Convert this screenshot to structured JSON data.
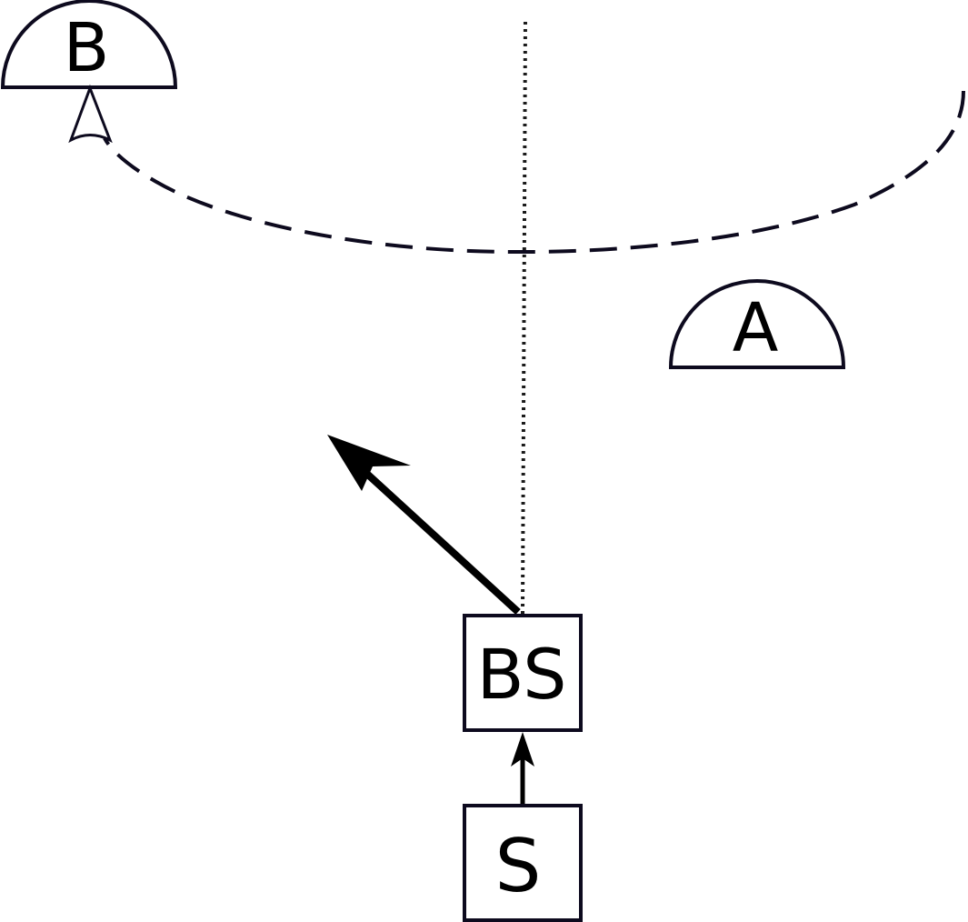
{
  "diagram": {
    "nodes": {
      "b": {
        "label": "B",
        "shape": "semicircle"
      },
      "a": {
        "label": "A",
        "shape": "semicircle"
      },
      "bs": {
        "label": "BS",
        "shape": "box"
      },
      "s": {
        "label": "S",
        "shape": "box"
      }
    },
    "edges": [
      {
        "from": "S",
        "to": "BS",
        "style": "solid-arrow"
      },
      {
        "from": "BS",
        "to": "upper-left",
        "style": "thick-solid-arrow"
      },
      {
        "from": "BS",
        "to": "top",
        "style": "dotted-line"
      },
      {
        "from": "right-edge",
        "to": "B",
        "style": "dashed-curve-arrow"
      }
    ],
    "colors": {
      "stroke": "#000000",
      "outline": "#0d0a1e",
      "background": "#ffffff"
    }
  }
}
